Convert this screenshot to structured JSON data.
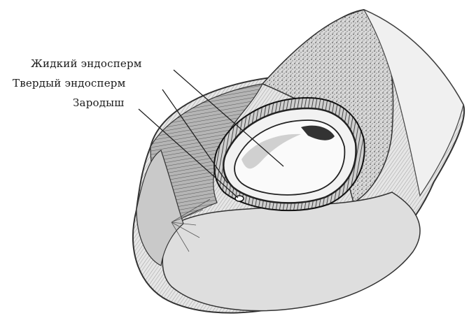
{
  "labels": {
    "liquid_endosperm": "Жидкий эндосперм",
    "solid_endosperm": "Твердый эндосперм",
    "embryo": "Зародыш"
  }
}
